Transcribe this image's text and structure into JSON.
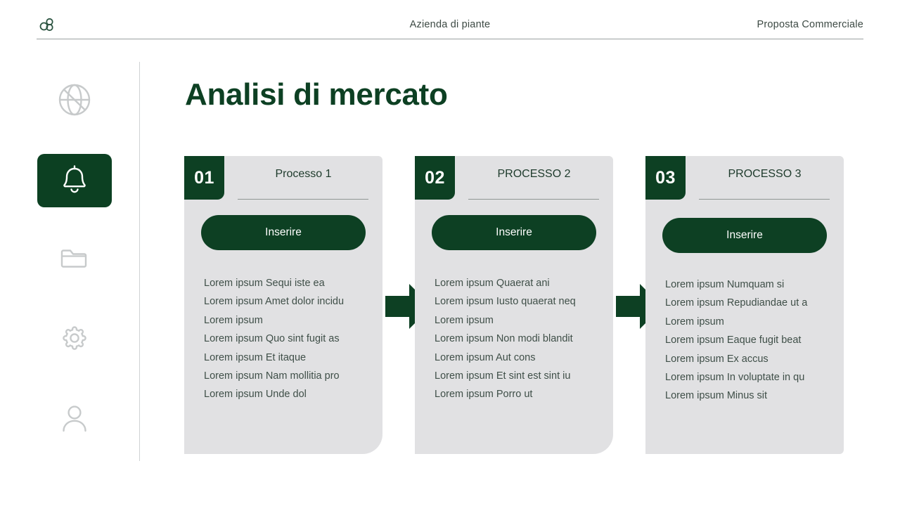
{
  "header": {
    "logo_icon": "three-circles-logo",
    "center_title": "Azienda di piante",
    "right_title": "Proposta Commerciale"
  },
  "sidebar": {
    "items": [
      {
        "icon": "globe-icon",
        "active": false
      },
      {
        "icon": "bell-icon",
        "active": true
      },
      {
        "icon": "folder-icon",
        "active": false
      },
      {
        "icon": "gear-icon",
        "active": false
      },
      {
        "icon": "user-icon",
        "active": false
      }
    ]
  },
  "main": {
    "page_title": "Analisi di mercato",
    "cards": [
      {
        "number": "01",
        "label": "Processo 1",
        "button_label": "Inserire",
        "items": [
          "Lorem ipsum Sequi iste ea",
          "Lorem ipsum Amet dolor incidu",
          "Lorem ipsum",
          "Lorem ipsum Quo sint fugit as",
          "Lorem ipsum Et itaque",
          "Lorem ipsum Nam mollitia pro",
          "Lorem ipsum Unde dol"
        ]
      },
      {
        "number": "02",
        "label": "PROCESSO 2",
        "button_label": "Inserire",
        "items": [
          "Lorem ipsum Quaerat ani",
          "Lorem ipsum Iusto quaerat neq",
          "Lorem ipsum",
          "Lorem ipsum Non modi blandit",
          "Lorem ipsum Aut cons",
          "Lorem ipsum Et sint est sint iu",
          "Lorem ipsum Porro ut"
        ]
      },
      {
        "number": "03",
        "label": "PROCESSO 3",
        "button_label": "Inserire",
        "items": [
          "Lorem ipsum Numquam si",
          "Lorem ipsum Repudiandae ut a",
          "Lorem ipsum",
          "Lorem ipsum Eaque fugit beat",
          "Lorem ipsum Ex accus",
          "Lorem ipsum In voluptate in qu",
          "Lorem ipsum Minus sit"
        ]
      }
    ],
    "connector_icon": "right-arrow-icon"
  },
  "colors": {
    "brand_green": "#0d4023",
    "card_gray": "#e1e1e3",
    "body_text": "#3f4f48",
    "icon_gray": "#c4c7c9"
  }
}
